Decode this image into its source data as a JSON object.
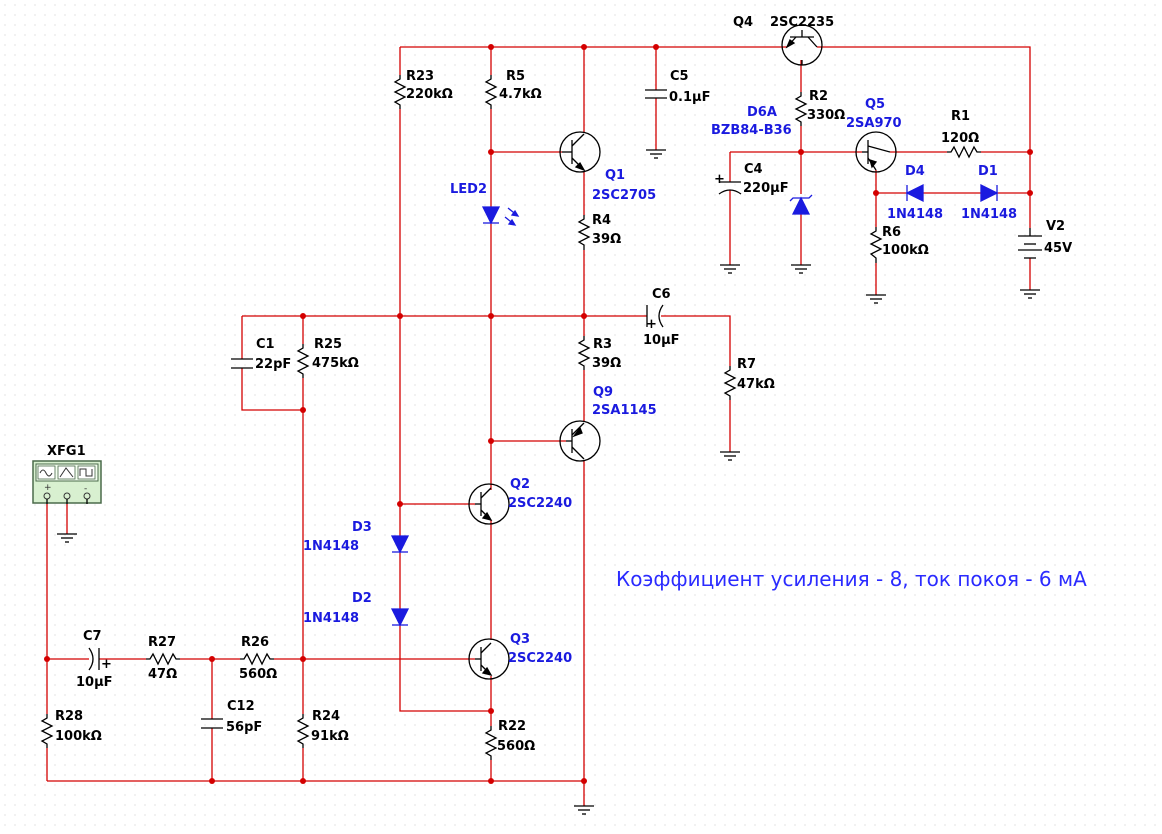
{
  "schematic": {
    "note": "Коэффициент усиления - 8, ток покоя - 6 мА",
    "generator": {
      "name": "XFG1"
    },
    "components": {
      "Q4": {
        "ref": "Q4",
        "value": "2SC2235"
      },
      "Q5": {
        "ref": "Q5",
        "value": "2SA970"
      },
      "Q1": {
        "ref": "Q1",
        "value": "2SC2705"
      },
      "Q9": {
        "ref": "Q9",
        "value": "2SA1145"
      },
      "Q2": {
        "ref": "Q2",
        "value": "2SC2240"
      },
      "Q3": {
        "ref": "Q3",
        "value": "2SC2240"
      },
      "D6A": {
        "ref": "D6A",
        "value": "BZB84-B36"
      },
      "D4": {
        "ref": "D4",
        "value": "1N4148"
      },
      "D1": {
        "ref": "D1",
        "value": "1N4148"
      },
      "D3": {
        "ref": "D3",
        "value": "1N4148"
      },
      "D2": {
        "ref": "D2",
        "value": "1N4148"
      },
      "LED2": {
        "ref": "LED2"
      },
      "V2": {
        "ref": "V2",
        "value": "45V"
      },
      "R1": {
        "ref": "R1",
        "value": "120Ω"
      },
      "R2": {
        "ref": "R2",
        "value": "330Ω"
      },
      "R3": {
        "ref": "R3",
        "value": "39Ω"
      },
      "R4": {
        "ref": "R4",
        "value": "39Ω"
      },
      "R5": {
        "ref": "R5",
        "value": "4.7kΩ"
      },
      "R6": {
        "ref": "R6",
        "value": "100kΩ"
      },
      "R7": {
        "ref": "R7",
        "value": "47kΩ"
      },
      "R22": {
        "ref": "R22",
        "value": "560Ω"
      },
      "R23": {
        "ref": "R23",
        "value": "220kΩ"
      },
      "R24": {
        "ref": "R24",
        "value": "91kΩ"
      },
      "R25": {
        "ref": "R25",
        "value": "475kΩ"
      },
      "R26": {
        "ref": "R26",
        "value": "560Ω"
      },
      "R27": {
        "ref": "R27",
        "value": "47Ω"
      },
      "R28": {
        "ref": "R28",
        "value": "100kΩ"
      },
      "C1": {
        "ref": "C1",
        "value": "22pF"
      },
      "C4": {
        "ref": "C4",
        "value": "220µF"
      },
      "C5": {
        "ref": "C5",
        "value": "0.1µF"
      },
      "C6": {
        "ref": "C6",
        "value": "10µF"
      },
      "C7": {
        "ref": "C7",
        "value": "10µF"
      },
      "C12": {
        "ref": "C12",
        "value": "56pF"
      }
    }
  },
  "colors": {
    "wire": "#d40000",
    "ref_text": "#1a1adf",
    "note_text": "#2b2bff",
    "grid_dot": "#c8c8c8"
  }
}
